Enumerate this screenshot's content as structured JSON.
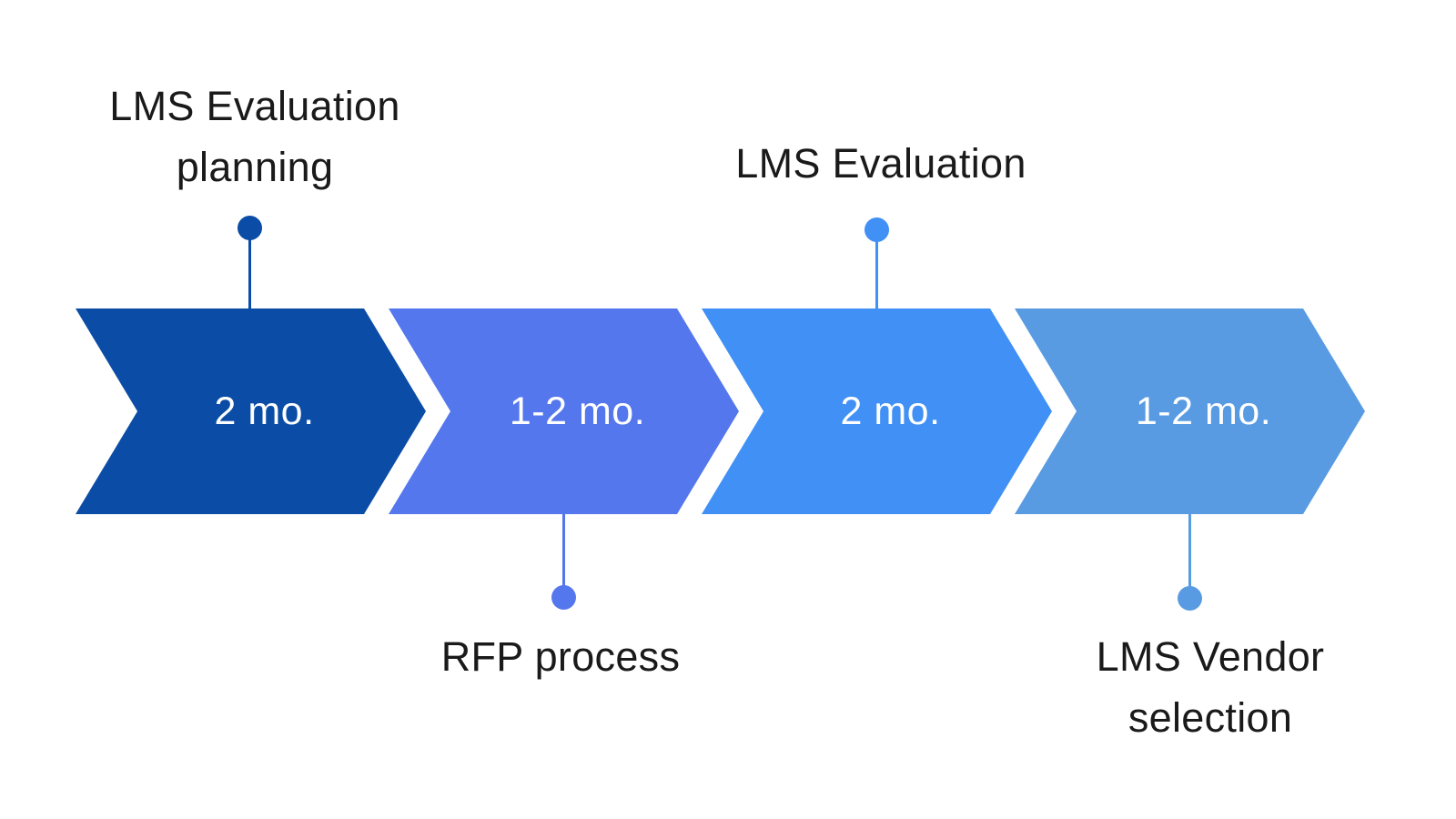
{
  "diagram": {
    "type": "process-timeline",
    "background": "#ffffff",
    "label_text_color": "#1a1a1a",
    "duration_text_color": "#ffffff",
    "steps": [
      {
        "name": "LMS Evaluation planning",
        "label_lines": [
          "LMS Evaluation",
          "planning"
        ],
        "duration": "2 mo.",
        "color": "#0b4da6",
        "label_position": "above"
      },
      {
        "name": "RFP process",
        "label_lines": [
          "RFP process"
        ],
        "duration": "1-2 mo.",
        "color": "#5577ee",
        "label_position": "below"
      },
      {
        "name": "LMS Evaluation",
        "label_lines": [
          "LMS Evaluation"
        ],
        "duration": "2 mo.",
        "color": "#4190f5",
        "label_position": "above"
      },
      {
        "name": "LMS Vendor selection",
        "label_lines": [
          "LMS Vendor",
          "selection"
        ],
        "duration": "1-2 mo.",
        "color": "#589be2",
        "label_position": "below"
      }
    ]
  }
}
